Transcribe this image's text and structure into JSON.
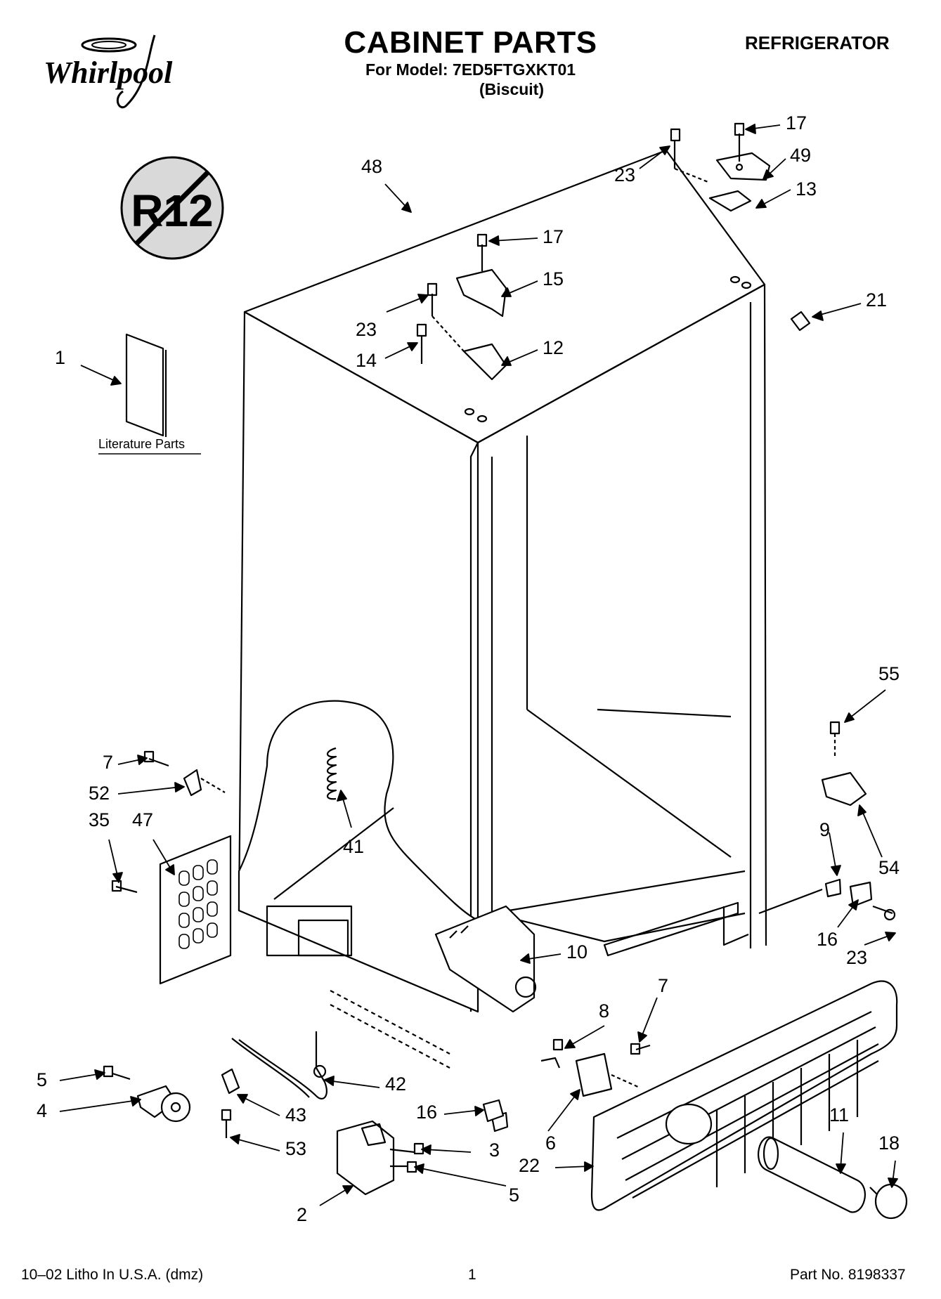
{
  "header": {
    "brand": "Whirlpool",
    "title": "CABINET PARTS",
    "model_line": "For Model: 7ED5FTGXKT01",
    "variant": "(Biscuit)",
    "category": "REFRIGERATOR"
  },
  "badge": {
    "text": "R12"
  },
  "literature": {
    "label": "Literature Parts"
  },
  "callouts": [
    {
      "id": "c1",
      "text": "1"
    },
    {
      "id": "c48",
      "text": "48"
    },
    {
      "id": "c17a",
      "text": "17"
    },
    {
      "id": "c23a",
      "text": "23"
    },
    {
      "id": "c49",
      "text": "49"
    },
    {
      "id": "c13",
      "text": "13"
    },
    {
      "id": "c17b",
      "text": "17"
    },
    {
      "id": "c15",
      "text": "15"
    },
    {
      "id": "c23b",
      "text": "23"
    },
    {
      "id": "c14",
      "text": "14"
    },
    {
      "id": "c12",
      "text": "12"
    },
    {
      "id": "c21",
      "text": "21"
    },
    {
      "id": "c55",
      "text": "55"
    },
    {
      "id": "c54",
      "text": "54"
    },
    {
      "id": "c9",
      "text": "9"
    },
    {
      "id": "c16a",
      "text": "16"
    },
    {
      "id": "c23c",
      "text": "23"
    },
    {
      "id": "c7a",
      "text": "7"
    },
    {
      "id": "c52",
      "text": "52"
    },
    {
      "id": "c35",
      "text": "35"
    },
    {
      "id": "c47",
      "text": "47"
    },
    {
      "id": "c41",
      "text": "41"
    },
    {
      "id": "c10",
      "text": "10"
    },
    {
      "id": "c7b",
      "text": "7"
    },
    {
      "id": "c8",
      "text": "8"
    },
    {
      "id": "c5a",
      "text": "5"
    },
    {
      "id": "c4",
      "text": "4"
    },
    {
      "id": "c42",
      "text": "42"
    },
    {
      "id": "c43",
      "text": "43"
    },
    {
      "id": "c53",
      "text": "53"
    },
    {
      "id": "c16b",
      "text": "16"
    },
    {
      "id": "c6",
      "text": "6"
    },
    {
      "id": "c3",
      "text": "3"
    },
    {
      "id": "c5b",
      "text": "5"
    },
    {
      "id": "c2",
      "text": "2"
    },
    {
      "id": "c22",
      "text": "22"
    },
    {
      "id": "c11",
      "text": "11"
    },
    {
      "id": "c18",
      "text": "18"
    }
  ],
  "footer": {
    "left": "10–02 Litho In U.S.A. (dmz)",
    "page": "1",
    "part_no": "Part No. 8198337"
  }
}
